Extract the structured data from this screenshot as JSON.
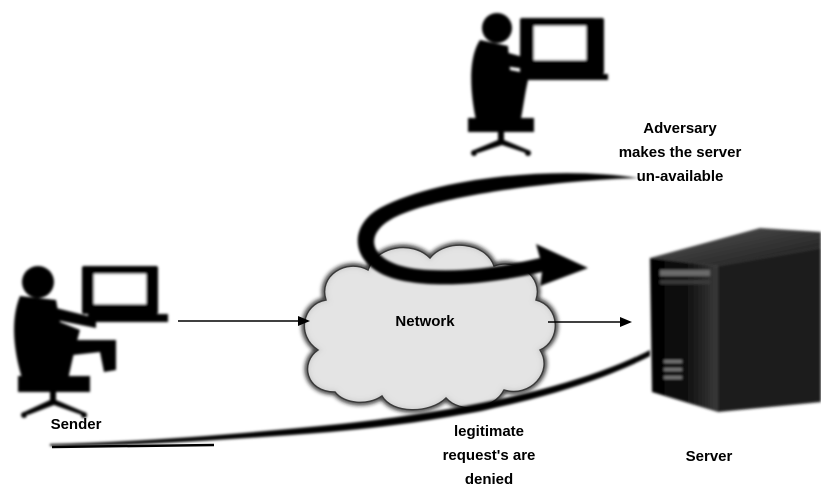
{
  "labels": {
    "adversary_line1": "Adversary",
    "adversary_line2": "makes the server",
    "adversary_line3": "un-available",
    "network": "Network",
    "sender": "Sender",
    "denied_line1": "legitimate",
    "denied_line2": "request's are",
    "denied_line3": "denied",
    "server": "Server"
  },
  "icons": {
    "adversary": "adversary-person-at-computer-icon",
    "sender": "sender-person-at-computer-icon",
    "network": "network-cloud-icon",
    "server": "server-tower-icon"
  },
  "colors": {
    "ink": "#000000",
    "background": "#ffffff"
  }
}
